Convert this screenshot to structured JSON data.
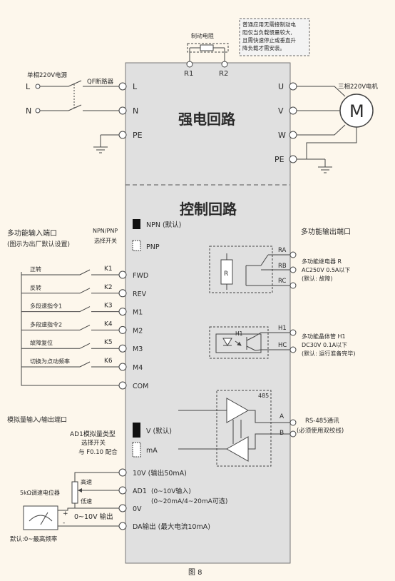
{
  "sections": {
    "power": "强电回路",
    "control": "控制回路"
  },
  "note": {
    "lines": [
      "普通应用无需接制动电",
      "阻仅当负载惯量较大,",
      "且需快速停止或垂直升",
      "降负载才需安装。"
    ]
  },
  "brake": {
    "label": "制动电阻",
    "r1": "R1",
    "r2": "R2"
  },
  "power_in": {
    "label": "单相220V电源",
    "l": "L",
    "n": "N",
    "breaker": "QF断路器",
    "term_l": "L",
    "term_n": "N",
    "term_pe": "PE"
  },
  "motor": {
    "label": "三相220V电机",
    "symbol": "M",
    "u": "U",
    "v": "V",
    "w": "W",
    "pe": "PE"
  },
  "inputs": {
    "title": "多功能输入端口",
    "subtitle": "(图示为出厂默认设置)",
    "switch_label_1": "NPN/PNP",
    "switch_label_2": "选择开关",
    "npn": "NPN (默认)",
    "pnp": "PNP",
    "rows": [
      {
        "func": "正转",
        "k": "K1",
        "term": "FWD"
      },
      {
        "func": "反转",
        "k": "K2",
        "term": "REV"
      },
      {
        "func": "多段速指令1",
        "k": "K3",
        "term": "M1"
      },
      {
        "func": "多段速指令2",
        "k": "K4",
        "term": "M2"
      },
      {
        "func": "故障复位",
        "k": "K5",
        "term": "M3"
      },
      {
        "func": "切换为点动频率",
        "k": "K6",
        "term": "M4"
      }
    ],
    "com": "COM"
  },
  "outputs": {
    "title": "多功能输出端口",
    "relay": {
      "ra": "RA",
      "rb": "RB",
      "rc": "RC",
      "r": "R",
      "desc1": "多功能继电器 R",
      "desc2": "AC250V 0.5A以下",
      "desc3": "(默认: 故障)"
    },
    "transistor": {
      "h1_in": "H1",
      "h1": "H1",
      "hc": "HC",
      "desc1": "多功能晶体管 H1",
      "desc2": "DC30V 0.1A以下",
      "desc3": "(默认: 运行准备完毕)"
    },
    "rs485": {
      "tag": "485",
      "a": "A",
      "b": "B",
      "desc1": "RS-485通讯",
      "desc2": "(必须使用双绞线)"
    }
  },
  "analog": {
    "title": "模拟量输入/输出端口",
    "sel1": "AD1模拟量类型",
    "sel2": "选择开关",
    "sel3": "与 F0.10 配合",
    "v": "V (默认)",
    "ma": "mA",
    "t_10v": "10V (输出50mA)",
    "t_ad1": "AD1",
    "ad1_1": "(0~10V输入)",
    "ad1_2": "(0~20mA/4~20mA可选)",
    "t_0v": "0V",
    "t_da": "DA输出 (最大电流10mA)",
    "high": "高速",
    "low": "低速",
    "pot": "5kΩ调速电位器",
    "meter_out": "0~10V 输出",
    "meter_desc": "默认:0~最高频率"
  },
  "caption": "图  8"
}
